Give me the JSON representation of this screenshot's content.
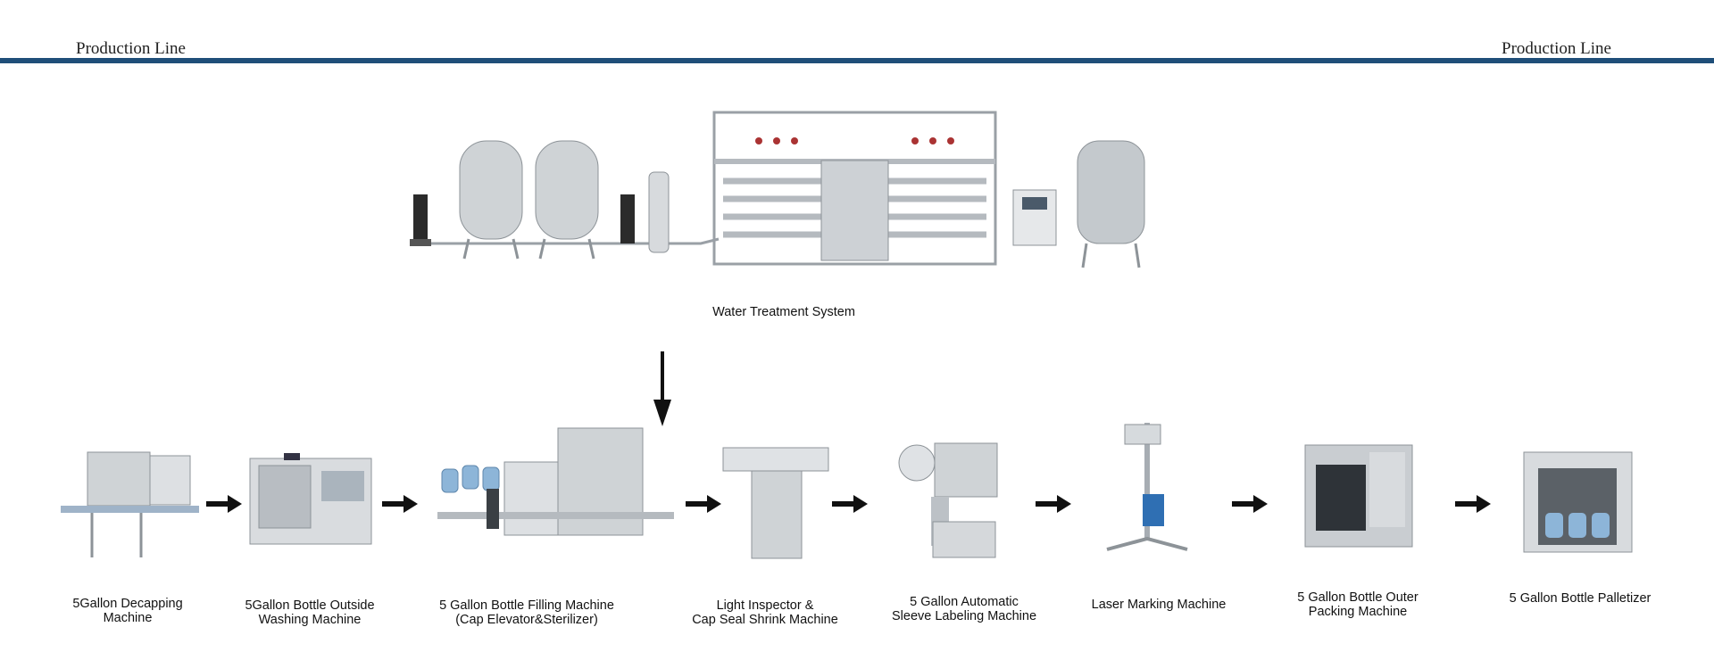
{
  "header": {
    "left_title": "Production Line",
    "right_title": "Production Line"
  },
  "water_system": {
    "label": "Water Treatment System"
  },
  "machines": [
    {
      "label": "5Gallon Decapping\nMachine"
    },
    {
      "label": "5Gallon Bottle Outside\nWashing Machine"
    },
    {
      "label": "5 Gallon Bottle Filling Machine\n(Cap Elevator&Sterilizer)"
    },
    {
      "label": "Light Inspector  &\nCap Seal Shrink Machine"
    },
    {
      "label": "5 Gallon Automatic\nSleeve Labeling Machine"
    },
    {
      "label": "Laser Marking Machine"
    },
    {
      "label": "5 Gallon Bottle Outer\nPacking Machine"
    },
    {
      "label": "5 Gallon Bottle Palletizer"
    }
  ],
  "colors": {
    "header_line": "#1f4e79",
    "arrow": "#111111",
    "steel": "#c8ccd0"
  }
}
